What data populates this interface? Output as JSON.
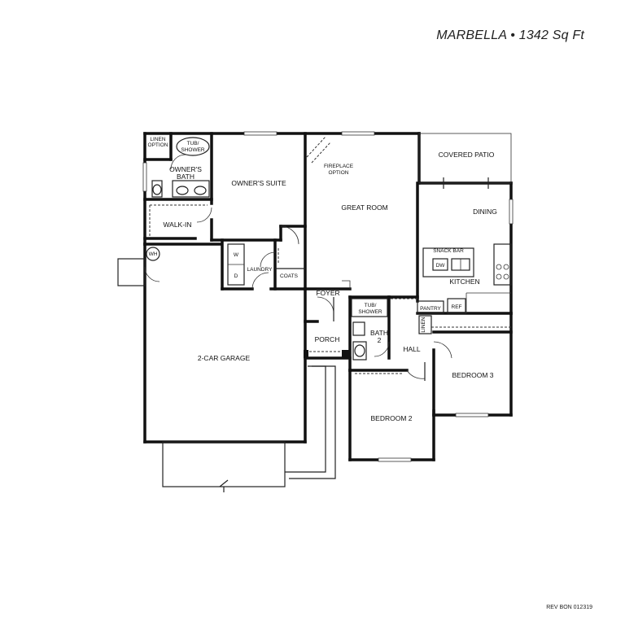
{
  "header": {
    "title": "MARBELLA • 1342 Sq Ft"
  },
  "footer": {
    "revision": "REV BON 012319"
  },
  "rooms": {
    "covered_patio": "COVERED PATIO",
    "dining": "DINING",
    "great_room": "GREAT ROOM",
    "fireplace_1": "FIREPLACE",
    "fireplace_2": "OPTION",
    "owners_suite": "OWNER'S SUITE",
    "owners_bath_1": "OWNER'S",
    "owners_bath_2": "BATH",
    "linen_option_1": "LINEN",
    "linen_option_2": "OPTION",
    "tub_shower_1a": "TUB/",
    "tub_shower_1b": "SHOWER",
    "walk_in": "WALK-IN",
    "wh": "WH",
    "w": "W",
    "d": "D",
    "laundry": "LAUNDRY",
    "coats": "COATS",
    "snack_bar": "SNACK BAR",
    "dw": "DW",
    "kitchen": "KITCHEN",
    "pantry": "PANTRY",
    "ref": "REF",
    "foyer": "FOYER",
    "tub_shower_2a": "TUB/",
    "tub_shower_2b": "SHOWER",
    "linen": "LINEN",
    "porch": "PORCH",
    "bath2_1": "BATH",
    "bath2_2": "2",
    "hall": "HALL",
    "bedroom3": "BEDROOM 3",
    "garage": "2-CAR GARAGE",
    "bedroom2": "BEDROOM 2"
  }
}
